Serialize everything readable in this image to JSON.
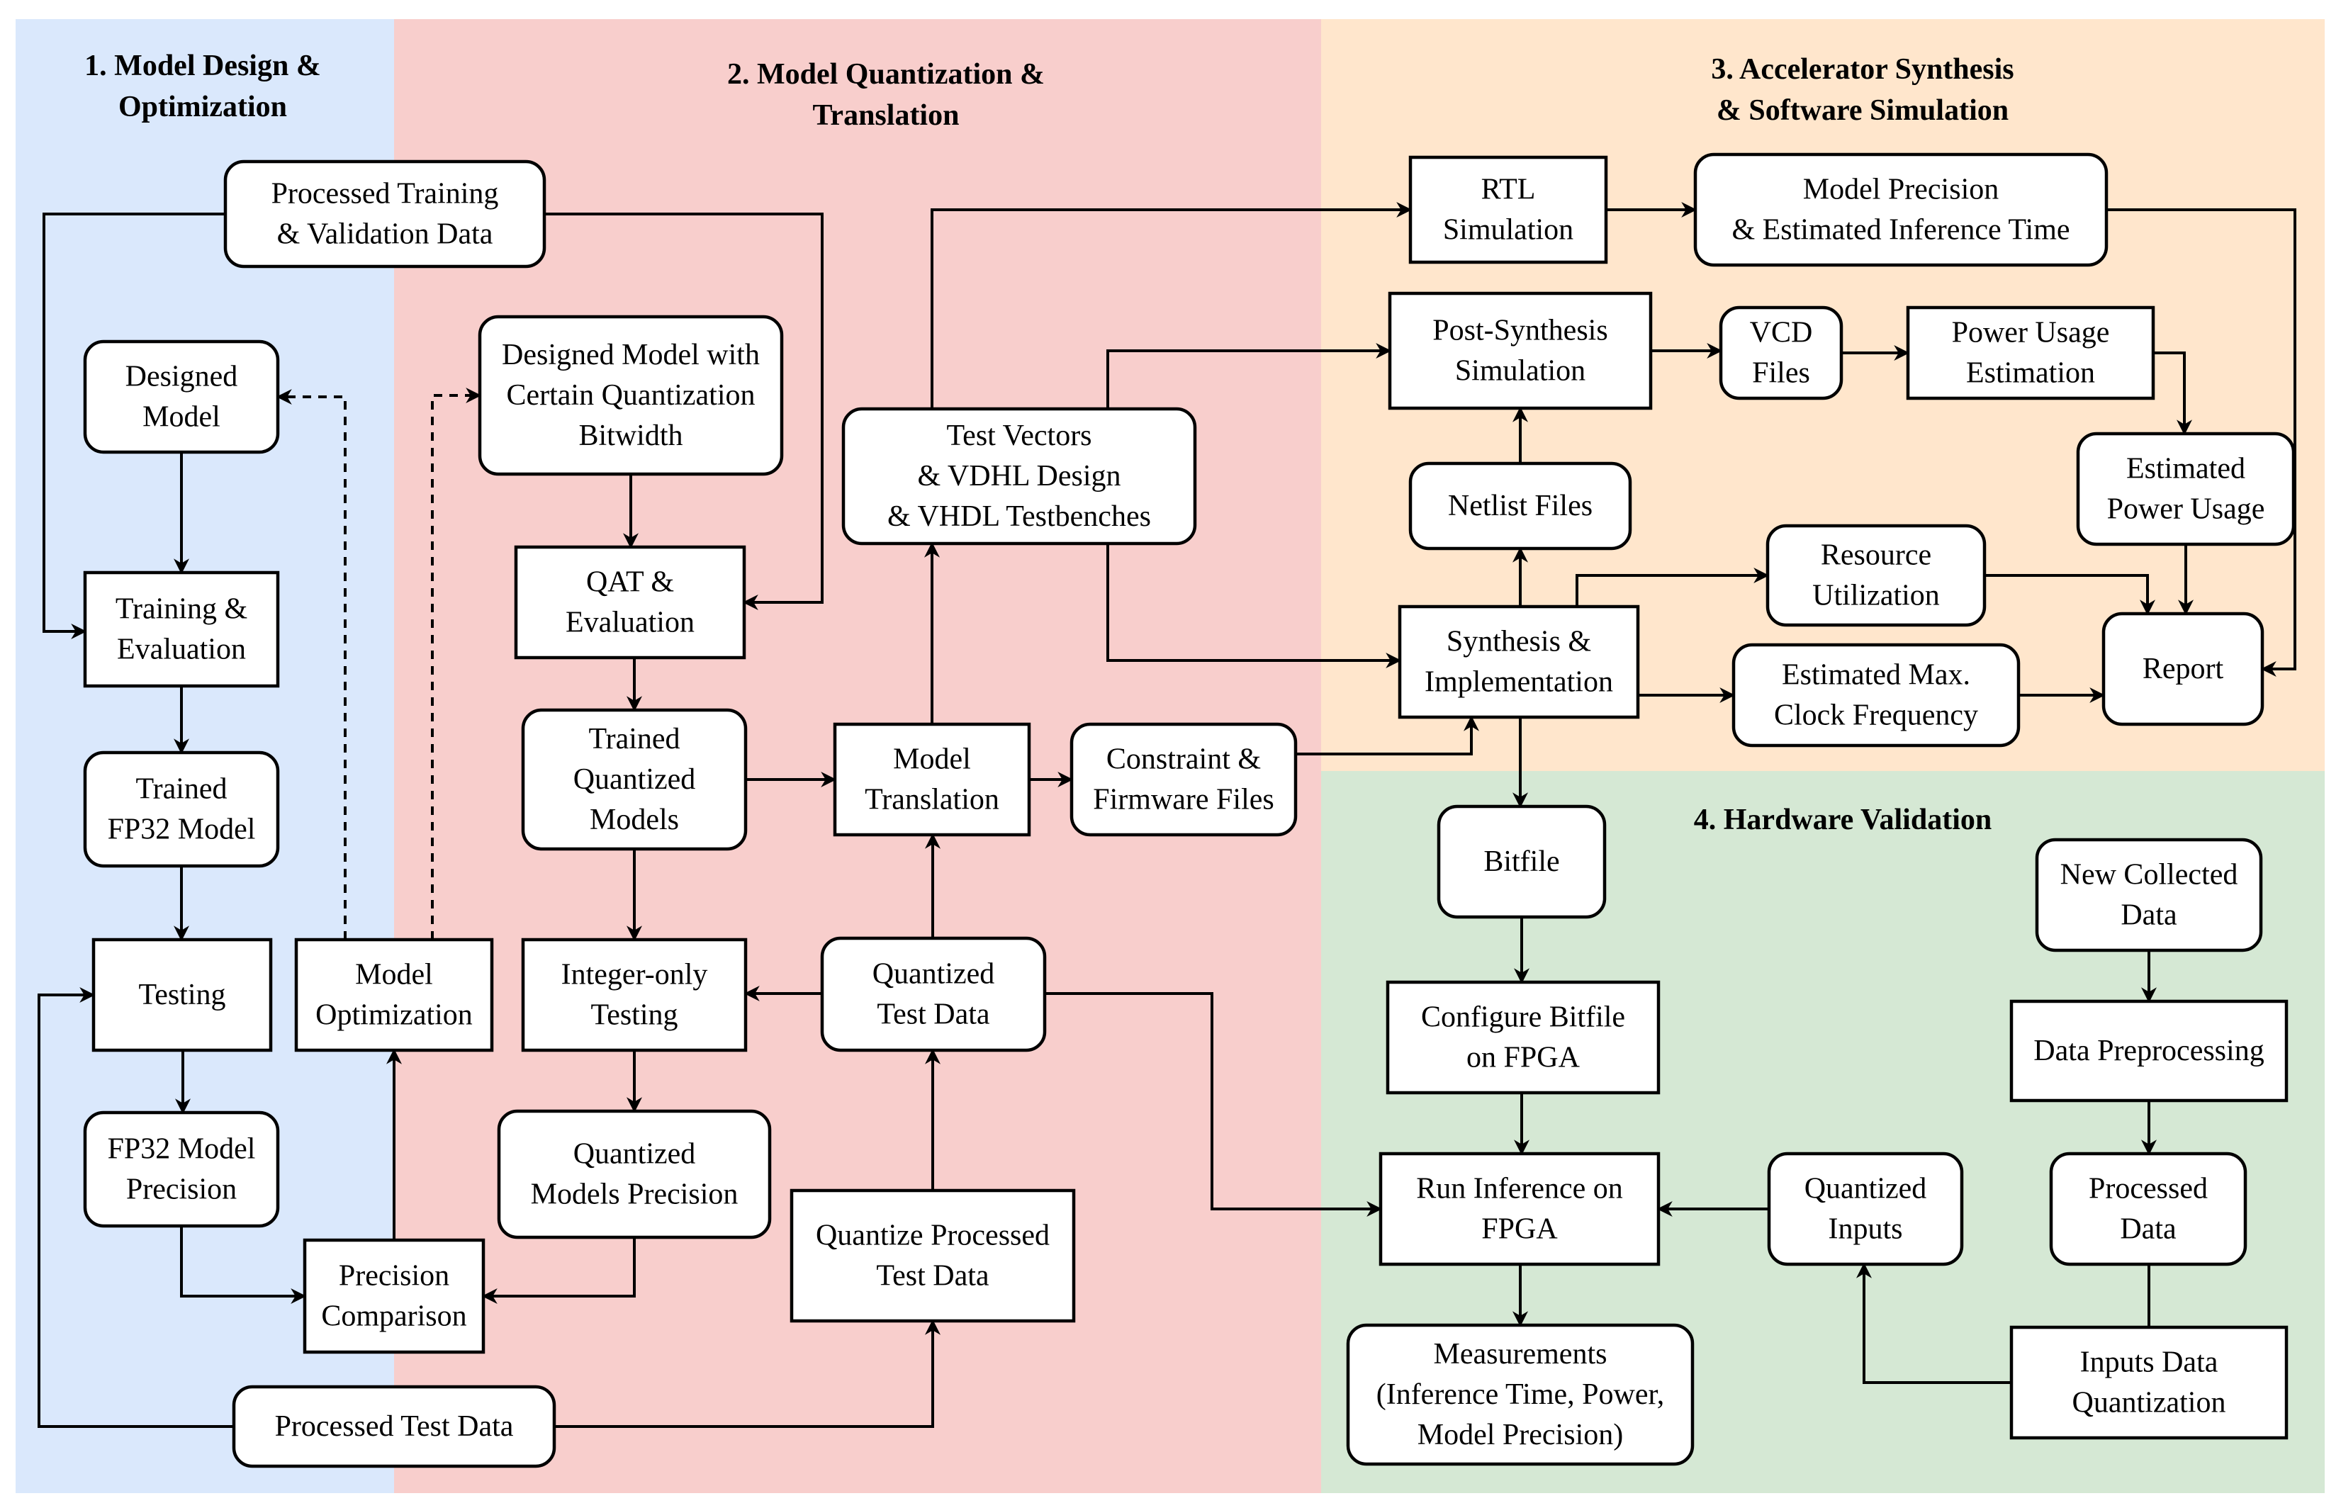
{
  "colors": {
    "panel_1": "#dae8fc",
    "panel_2": "#f8cecc",
    "panel_3": "#ffe6cc",
    "panel_4": "#d5e8d4",
    "box_fill": "#ffffff",
    "stroke": "#000000"
  },
  "sections": {
    "s1": [
      "1. Model Design &",
      "Optimization"
    ],
    "s2": [
      "2. Model Quantization &",
      "Translation"
    ],
    "s3": [
      "3. Accelerator Synthesis",
      "& Software Simulation"
    ],
    "s4": [
      "4. Hardware Validation"
    ]
  },
  "nodes": {
    "processed_training": [
      "Processed Training",
      "& Validation Data"
    ],
    "designed_model": [
      "Designed",
      "Model"
    ],
    "training_eval": [
      "Training &",
      "Evaluation"
    ],
    "trained_fp32": [
      "Trained",
      "FP32 Model"
    ],
    "testing": [
      "Testing"
    ],
    "model_optimization": [
      "Model",
      "Optimization"
    ],
    "fp32_precision": [
      "FP32 Model",
      "Precision"
    ],
    "precision_comparison": [
      "Precision",
      "Comparison"
    ],
    "processed_test_data": [
      "Processed Test Data"
    ],
    "designed_model_quant": [
      "Designed Model with",
      "Certain Quantization",
      "Bitwidth"
    ],
    "qat_eval": [
      "QAT &",
      "Evaluation"
    ],
    "trained_quantized": [
      "Trained",
      "Quantized",
      "Models"
    ],
    "integer_testing": [
      "Integer-only",
      "Testing"
    ],
    "quantized_precision": [
      "Quantized",
      "Models Precision"
    ],
    "test_vectors": [
      "Test Vectors",
      "& VDHL Design",
      "& VHDL Testbenches"
    ],
    "model_translation": [
      "Model",
      "Translation"
    ],
    "constraint_files": [
      "Constraint &",
      "Firmware Files"
    ],
    "quantized_test_data": [
      "Quantized",
      "Test Data"
    ],
    "quantize_processed": [
      "Quantize Processed",
      "Test Data"
    ],
    "rtl_sim": [
      "RTL",
      "Simulation"
    ],
    "model_precision_time": [
      "Model Precision",
      "& Estimated Inference Time"
    ],
    "post_synth": [
      "Post-Synthesis",
      "Simulation"
    ],
    "vcd_files": [
      "VCD",
      "Files"
    ],
    "power_estimation": [
      "Power Usage",
      "Estimation"
    ],
    "estimated_power": [
      "Estimated",
      "Power Usage"
    ],
    "netlist": [
      "Netlist Files"
    ],
    "resource_util": [
      "Resource",
      "Utilization"
    ],
    "synthesis": [
      "Synthesis &",
      "Implementation"
    ],
    "max_clock": [
      "Estimated Max.",
      "Clock Frequency"
    ],
    "report": [
      "Report"
    ],
    "bitfile": [
      "Bitfile"
    ],
    "configure_bitfile": [
      "Configure Bitfile",
      "on FPGA"
    ],
    "run_inference": [
      "Run Inference on",
      "FPGA"
    ],
    "measurements": [
      "Measurements",
      "(Inference Time, Power,",
      "Model Precision)"
    ],
    "quantized_inputs": [
      "Quantized",
      "Inputs"
    ],
    "new_data": [
      "New Collected",
      "Data"
    ],
    "data_preprocessing": [
      "Data Preprocessing"
    ],
    "processed_data": [
      "Processed",
      "Data"
    ],
    "inputs_quantization": [
      "Inputs Data",
      "Quantization"
    ]
  }
}
